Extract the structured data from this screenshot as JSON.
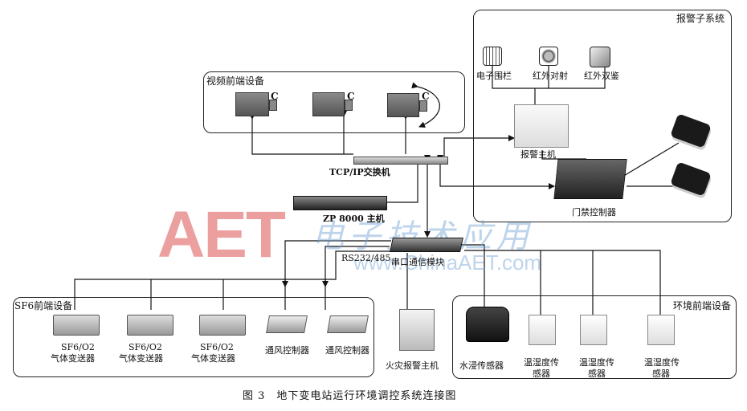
{
  "watermark": {
    "logo": "AET",
    "cn": "电子技术应用",
    "url": "www.ChinaAET.com"
  },
  "groups": {
    "alarm": "报警子系统",
    "video": "视频前端设备",
    "sf6": "SF6前端设备",
    "env": "环境前端设备"
  },
  "camera_letter": "C",
  "labels": {
    "fence": "电子围栏",
    "ir_beam": "红外对射",
    "ir_dual": "红外双鉴",
    "alarm_host": "报警主机",
    "access": "门禁控制器",
    "switch": "TCP/IP交换机",
    "zp": "ZP 8000 主机",
    "rs": "RS232/485",
    "serial": "串口通信模块",
    "fire": "火灾报警主机",
    "water": "水浸传感器",
    "gas1": [
      "SF6/O2",
      "气体变送器"
    ],
    "gas2": [
      "SF6/O2",
      "气体变送器"
    ],
    "gas3": [
      "SF6/O2",
      "气体变送器"
    ],
    "vent1": "通风控制器",
    "vent2": "通风控制器",
    "th1": [
      "温湿度传",
      "感器"
    ],
    "th2": [
      "温湿度传",
      "感器"
    ],
    "th3": [
      "温湿度传",
      "感器"
    ]
  },
  "caption": "图 3　地下变电站运行环境调控系统连接图"
}
